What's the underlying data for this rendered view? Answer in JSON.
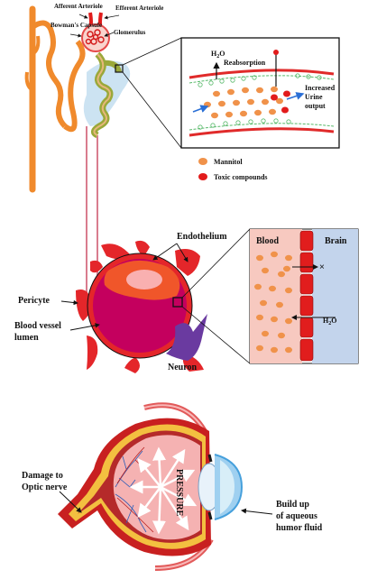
{
  "kidney_panel": {
    "labels": {
      "afferent_arteriole": "Afferent Arteriole",
      "efferent_arteriole": "Efferent Arteriole",
      "bowmans_capsule": "Bowman's Capsule",
      "glomerulus": "Glomerulus",
      "h2o": "H2O",
      "reabsorption": "Reabsorption",
      "increased_urine_output": "Increased Urine output"
    },
    "legend": [
      {
        "label": "Mannitol",
        "color": "#f0924a"
      },
      {
        "label": "Toxic compounds",
        "color": "#e21b1b"
      }
    ]
  },
  "brain_panel": {
    "labels": {
      "endothelium": "Endothelium",
      "pericyte": "Pericyte",
      "blood_vessel_lumen": "Blood vessel lumen",
      "neuron": "Neuron",
      "blood": "Blood",
      "brain": "Brain",
      "h2o": "H2O"
    }
  },
  "eye_panel": {
    "labels": {
      "damage_to_optic_nerve": "Damage to Optic nerve",
      "pressure": "PRESSURE",
      "build_up_aqueous": "Build up of aqueous humor fluid"
    }
  },
  "colors": {
    "tubule_orange": "#f08a2c",
    "blood_red": "#e11d1d",
    "mannitol": "#f0924a",
    "brain_blue": "#c3d4ec",
    "blood_pink": "#f7c9c0",
    "lumen_magenta": "#c4005e",
    "neuron_purple": "#6a3aa0"
  }
}
